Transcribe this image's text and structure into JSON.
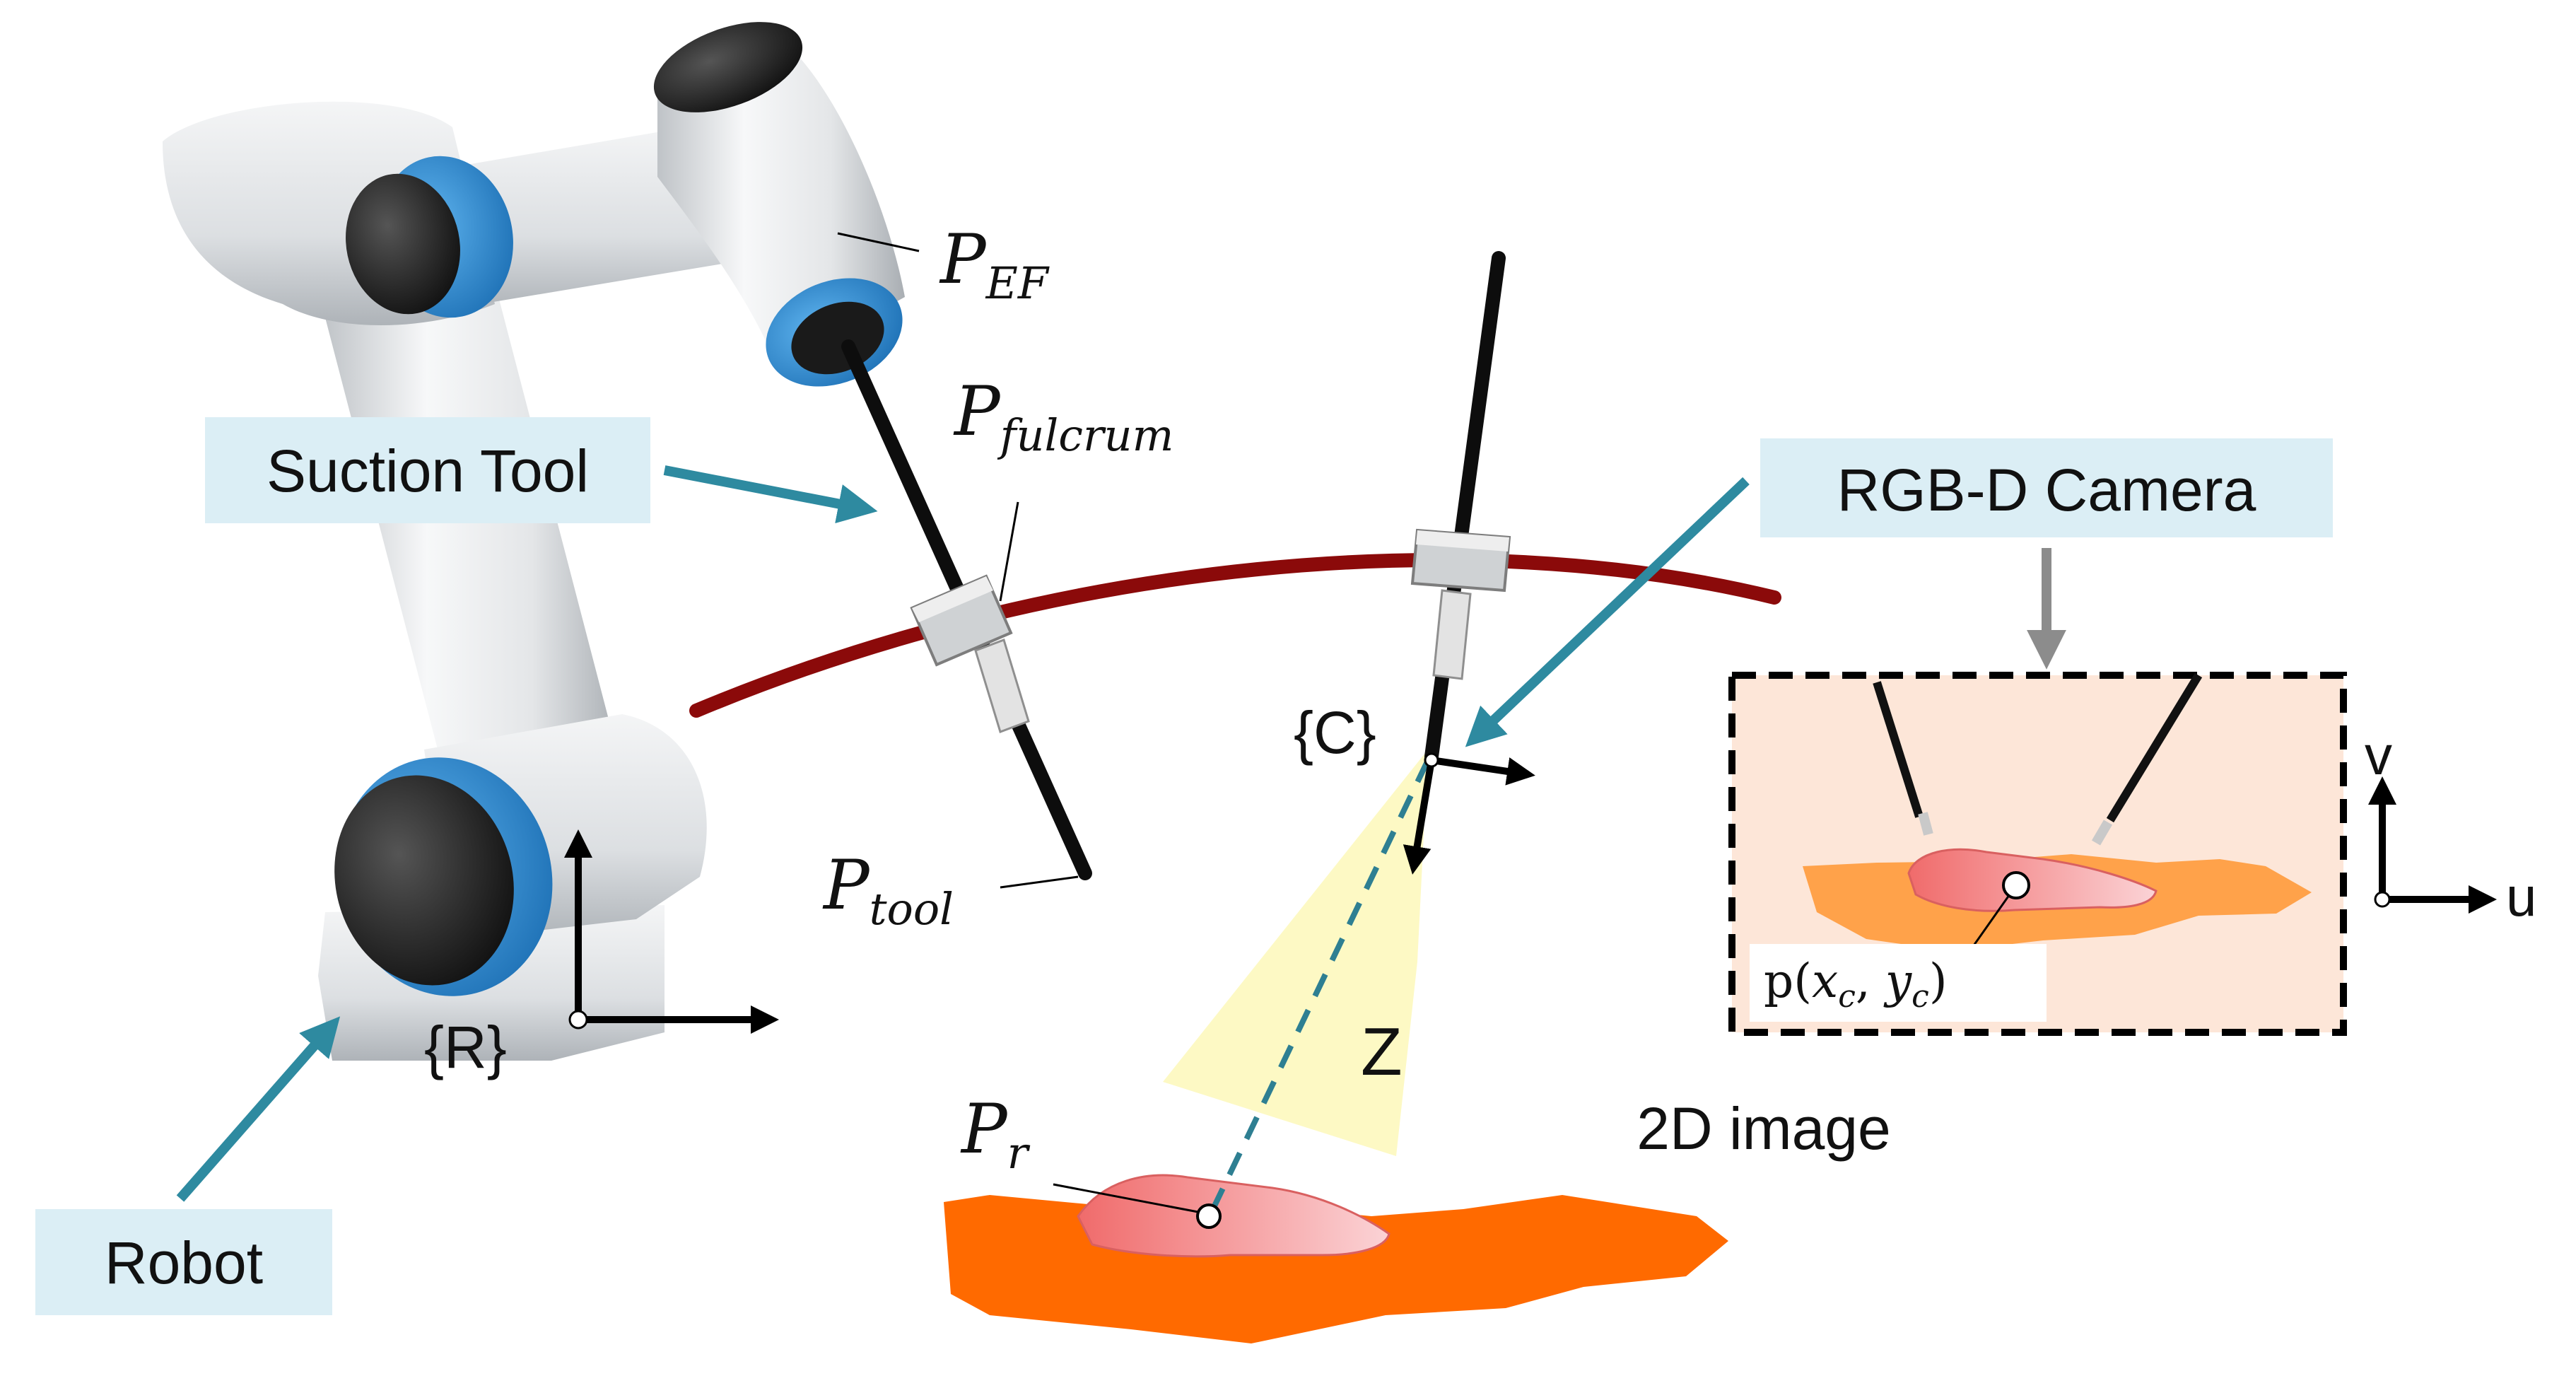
{
  "labels": {
    "suction_tool": "Suction Tool",
    "robot": "Robot",
    "rgbd_camera": "RGB-D Camera",
    "image_caption": "2D image",
    "robot_frame": "{R}",
    "camera_frame": "{C}",
    "depth_axis": "Z",
    "axis_u": "u",
    "axis_v": "v"
  },
  "points": {
    "p_ef": {
      "base": "P",
      "sub": "EF"
    },
    "p_fulcrum": {
      "base": "P",
      "sub": "fulcrum"
    },
    "p_tool": {
      "base": "P",
      "sub": "tool"
    },
    "p_r": {
      "base": "P",
      "sub": "r"
    },
    "pixel": {
      "prefix": "p(",
      "x": "x",
      "xsub": "c",
      "sep": ", ",
      "y": "y",
      "ysub": "c",
      "suffix": ")"
    }
  },
  "colors": {
    "label_fill": "#dbeef5",
    "arrow_teal": "#2e8aa0",
    "trocar_curve": "#8b0a0a",
    "tissue_orange": "#ff6a00",
    "tissue_pink": "#f28080",
    "camera_cone": "#fdf9c4",
    "robot_blue": "#2a8fd8",
    "image_bg": "#fde6d8"
  }
}
